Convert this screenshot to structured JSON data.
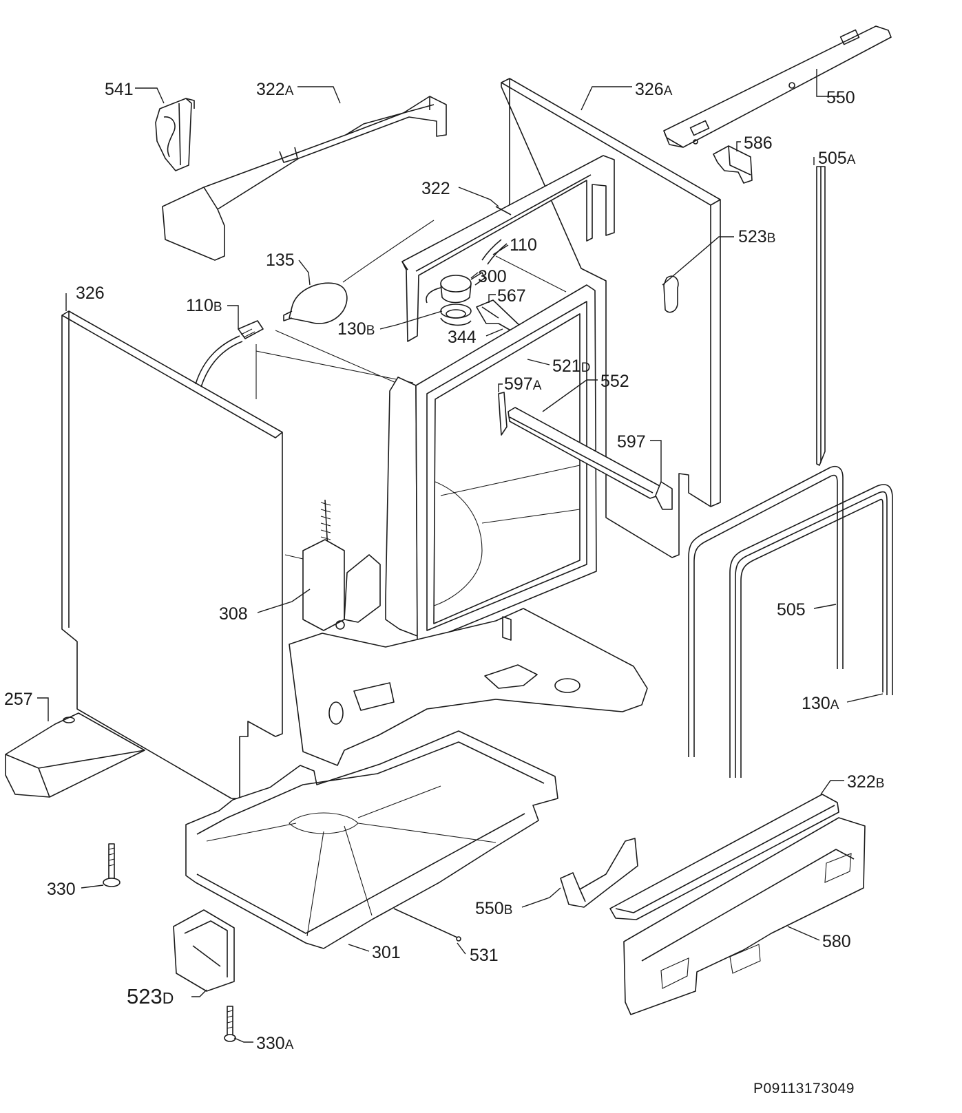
{
  "diagram": {
    "labels": [
      {
        "id": "541",
        "main": "541",
        "suffix": ""
      },
      {
        "id": "322A",
        "main": "322",
        "suffix": "A"
      },
      {
        "id": "326A",
        "main": "326",
        "suffix": "A"
      },
      {
        "id": "550",
        "main": "550",
        "suffix": ""
      },
      {
        "id": "586",
        "main": "586",
        "suffix": ""
      },
      {
        "id": "505A",
        "main": "505",
        "suffix": "A"
      },
      {
        "id": "322",
        "main": "322",
        "suffix": ""
      },
      {
        "id": "110",
        "main": "110",
        "suffix": ""
      },
      {
        "id": "523B",
        "main": "523",
        "suffix": "B"
      },
      {
        "id": "135",
        "main": "135",
        "suffix": ""
      },
      {
        "id": "300",
        "main": "300",
        "suffix": ""
      },
      {
        "id": "326",
        "main": "326",
        "suffix": ""
      },
      {
        "id": "110B",
        "main": "110",
        "suffix": "B"
      },
      {
        "id": "567",
        "main": "567",
        "suffix": ""
      },
      {
        "id": "130B",
        "main": "130",
        "suffix": "B"
      },
      {
        "id": "344",
        "main": "344",
        "suffix": ""
      },
      {
        "id": "521D",
        "main": "521",
        "suffix": "D"
      },
      {
        "id": "597A",
        "main": "597",
        "suffix": "A"
      },
      {
        "id": "552",
        "main": "552",
        "suffix": ""
      },
      {
        "id": "597",
        "main": "597",
        "suffix": ""
      },
      {
        "id": "308",
        "main": "308",
        "suffix": ""
      },
      {
        "id": "505",
        "main": "505",
        "suffix": ""
      },
      {
        "id": "257",
        "main": "257",
        "suffix": ""
      },
      {
        "id": "130A",
        "main": "130",
        "suffix": "A"
      },
      {
        "id": "322B",
        "main": "322",
        "suffix": "B"
      },
      {
        "id": "330",
        "main": "330",
        "suffix": ""
      },
      {
        "id": "550B",
        "main": "550",
        "suffix": "B"
      },
      {
        "id": "580",
        "main": "580",
        "suffix": ""
      },
      {
        "id": "301",
        "main": "301",
        "suffix": ""
      },
      {
        "id": "531",
        "main": "531",
        "suffix": ""
      },
      {
        "id": "523D",
        "main": "523",
        "suffix": "D"
      },
      {
        "id": "330A",
        "main": "330",
        "suffix": "A"
      }
    ],
    "drawing_code": "P09113173049"
  }
}
